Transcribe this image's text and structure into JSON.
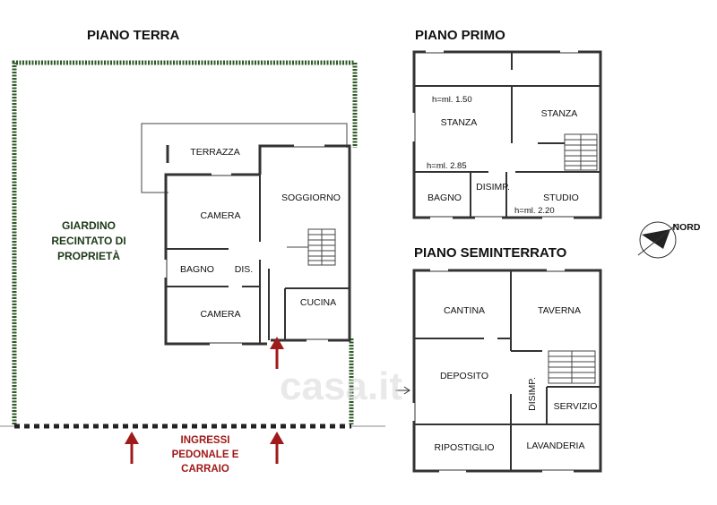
{
  "titles": {
    "ground": "PIANO TERRA",
    "first": "PIANO PRIMO",
    "basement": "PIANO SEMINTERRATO"
  },
  "garden": {
    "line1": "GIARDINO",
    "line2": "RECINTATO DI",
    "line3": "PROPRIETÀ"
  },
  "entrances": {
    "line1": "INGRESSI",
    "line2": "PEDONALE E",
    "line3": "CARRAIO"
  },
  "ground_rooms": {
    "terrace": "TERRAZZA",
    "living": "SOGGIORNO",
    "bedroom1": "CAMERA",
    "bathroom": "BAGNO",
    "dis": "DIS.",
    "bedroom2": "CAMERA",
    "kitchen": "CUCINA"
  },
  "first_rooms": {
    "height1": "h=ml. 1.50",
    "room1": "STANZA",
    "room2": "STANZA",
    "height2": "h=ml. 2.85",
    "bathroom": "BAGNO",
    "disimp": "DISIMP.",
    "study": "STUDIO",
    "height3": "h=ml. 2.20"
  },
  "basement_rooms": {
    "cantina": "CANTINA",
    "taverna": "TAVERNA",
    "deposito": "DEPOSITO",
    "disimp": "DISIMP.",
    "servizio": "SERVIZIO",
    "ripostiglio": "RIPOSTIGLIO",
    "lavanderia": "LAVANDERIA"
  },
  "compass": {
    "label": "NORD"
  },
  "watermark": "casa.it",
  "colors": {
    "hedge": "#2e5a25",
    "entrance_arrow": "#a01a1a",
    "walls": "#333333"
  }
}
